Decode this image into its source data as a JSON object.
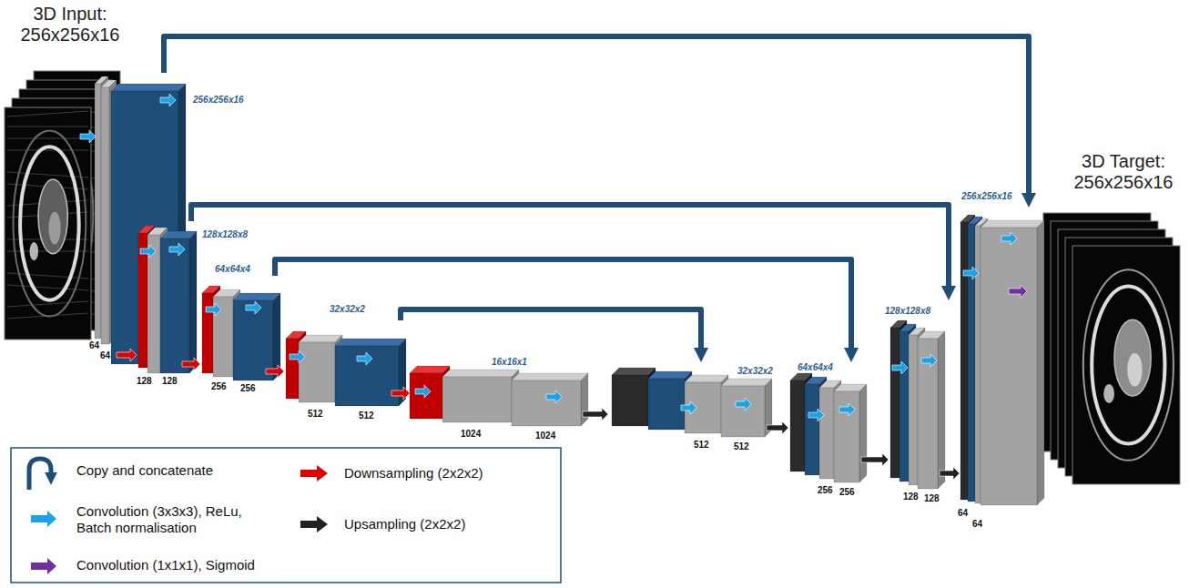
{
  "diagram": {
    "nodes": [
      {
        "text": [
          "64",
          "64"
        ]
      },
      {
        "text": [
          "128",
          "128"
        ]
      },
      {
        "text": [
          "256",
          "256"
        ]
      },
      {
        "text": [
          "512",
          "512"
        ]
      },
      {
        "text": [
          "1024",
          "1024"
        ]
      },
      {
        "text": [
          "512",
          "512"
        ]
      },
      {
        "text": [
          "256",
          "256"
        ]
      },
      {
        "text": [
          "128",
          "128"
        ]
      },
      {
        "text": [
          "64",
          "64"
        ]
      }
    ],
    "edges": [
      {
        "from": 0,
        "to": 8,
        "arrow": "to"
      },
      {
        "from": 1,
        "to": 7,
        "arrow": "to"
      },
      {
        "from": 2,
        "to": 6,
        "arrow": "to"
      },
      {
        "from": 3,
        "to": 5,
        "arrow": "to"
      }
    ],
    "labels": [
      "3D Input: 256x256x16",
      "256x256x16",
      "128x128x8",
      "64x64x4",
      "32x32x2",
      "16x16x1",
      "32x32x2",
      "64x64x4",
      "128x128x8",
      "256x256x16",
      "3D Target: 256x256x16"
    ],
    "legend": [
      {
        "text": "Copy and concatenate"
      },
      {
        "text": "Convolution (3x3x3), ReLu, Batch normalisation"
      },
      {
        "text": "Convolution (1x1x1), Sigmoid"
      },
      {
        "text": "Downsampling (2x2x2)"
      },
      {
        "text": "Upsampling (2x2x2)"
      }
    ]
  }
}
